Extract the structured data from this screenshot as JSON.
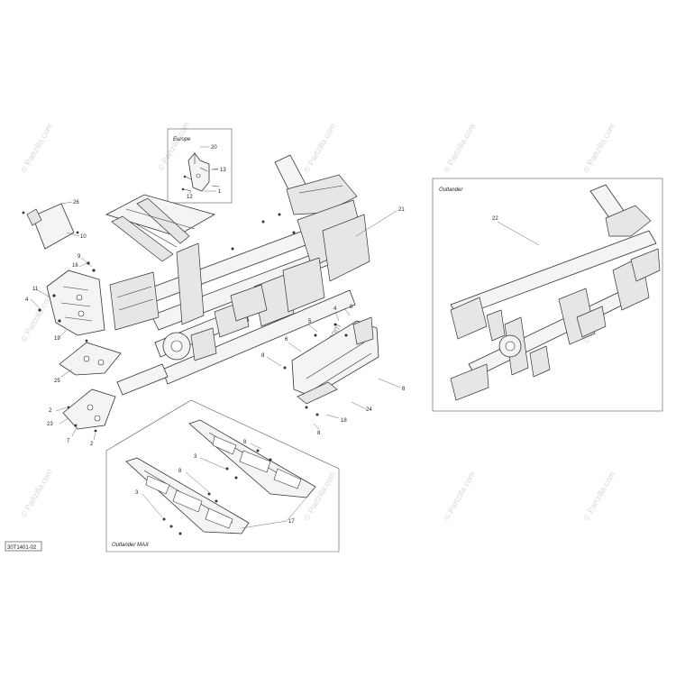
{
  "diagram": {
    "drawing_code": "30T1401-02",
    "watermark": "© Partzilla.com",
    "box_labels": {
      "europe": "Europe",
      "outlander": "Outlander",
      "outlander_max": "Outlander MAX"
    },
    "callouts": {
      "c20": "20",
      "c13": "13",
      "c1": "1",
      "c12": "12",
      "c26": "26",
      "c10": "10",
      "c21": "21",
      "c22": "22",
      "c16": "16",
      "c9": "9",
      "c11": "11",
      "c4": "4",
      "c19": "19",
      "c25": "25",
      "c23": "23",
      "c2a": "2",
      "c2b": "2",
      "c7": "7",
      "c8a": "8",
      "c5": "5",
      "c4b": "4",
      "c6": "6",
      "c8b": "8",
      "c18": "18",
      "c24": "24",
      "c8c": "8",
      "c8d": "8",
      "c3a": "3",
      "c8e": "8",
      "c3b": "3",
      "c8f": "8",
      "c17": "17"
    }
  }
}
